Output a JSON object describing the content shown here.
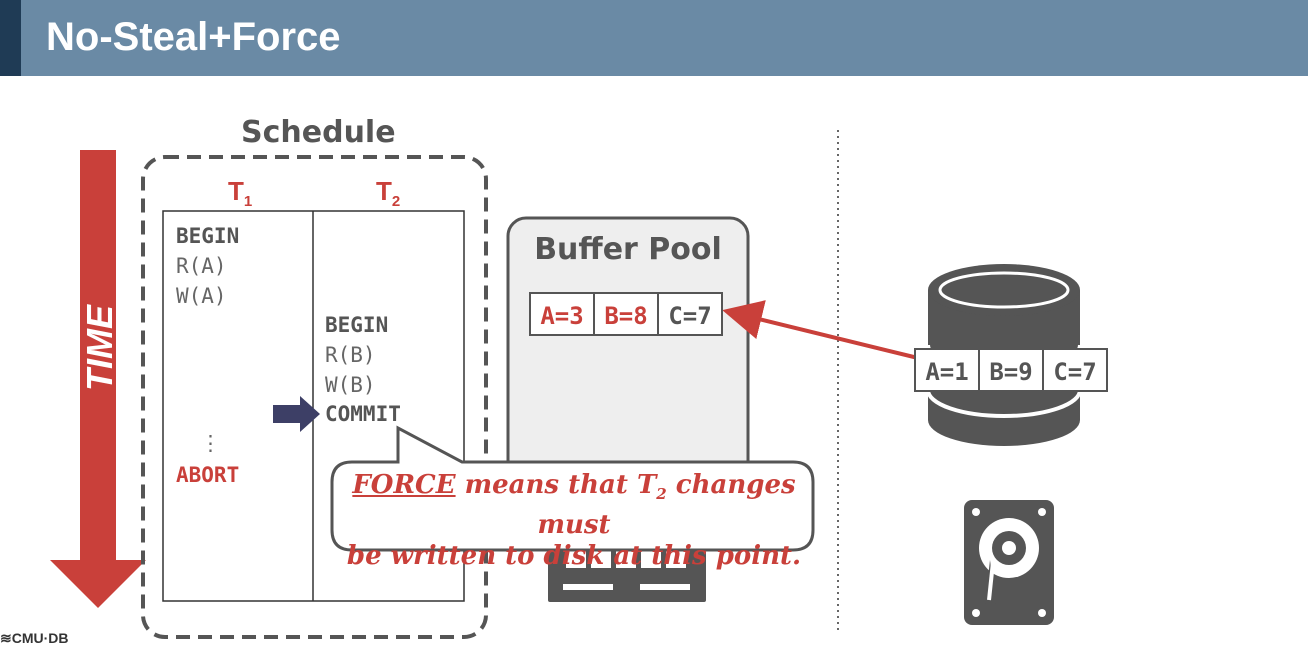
{
  "header": {
    "title": "No-Steal+Force"
  },
  "time_label": "TIME",
  "schedule": {
    "title": "Schedule",
    "t1": {
      "name": "T",
      "subscript": "1",
      "ops": [
        "BEGIN",
        "R(A)",
        "W(A)",
        "⋮",
        "ABORT"
      ]
    },
    "t2": {
      "name": "T",
      "subscript": "2",
      "ops": [
        "BEGIN",
        "R(B)",
        "W(B)",
        "COMMIT"
      ]
    }
  },
  "buffer_pool": {
    "title": "Buffer Pool",
    "cells": [
      {
        "label": "A=3",
        "color": "#c9403a"
      },
      {
        "label": "B=8",
        "color": "#c9403a"
      },
      {
        "label": "C=7",
        "color": "#555555"
      }
    ]
  },
  "disk": {
    "cells": [
      {
        "label": "A=1",
        "color": "#555555"
      },
      {
        "label": "B=9",
        "color": "#555555"
      },
      {
        "label": "C=7",
        "color": "#555555"
      }
    ]
  },
  "callout": {
    "force_word": "FORCE",
    "line1_rest": " means that T",
    "line1_sub": "2",
    "line1_end": " changes must",
    "line2": "be written to disk at this point."
  },
  "footer": {
    "logo_text": "≋CMU·DB"
  },
  "colors": {
    "accent_red": "#c9403a",
    "header_bg": "#6a8aa5",
    "header_dark": "#1f3b55",
    "arrow_navy": "#3d3f66"
  }
}
